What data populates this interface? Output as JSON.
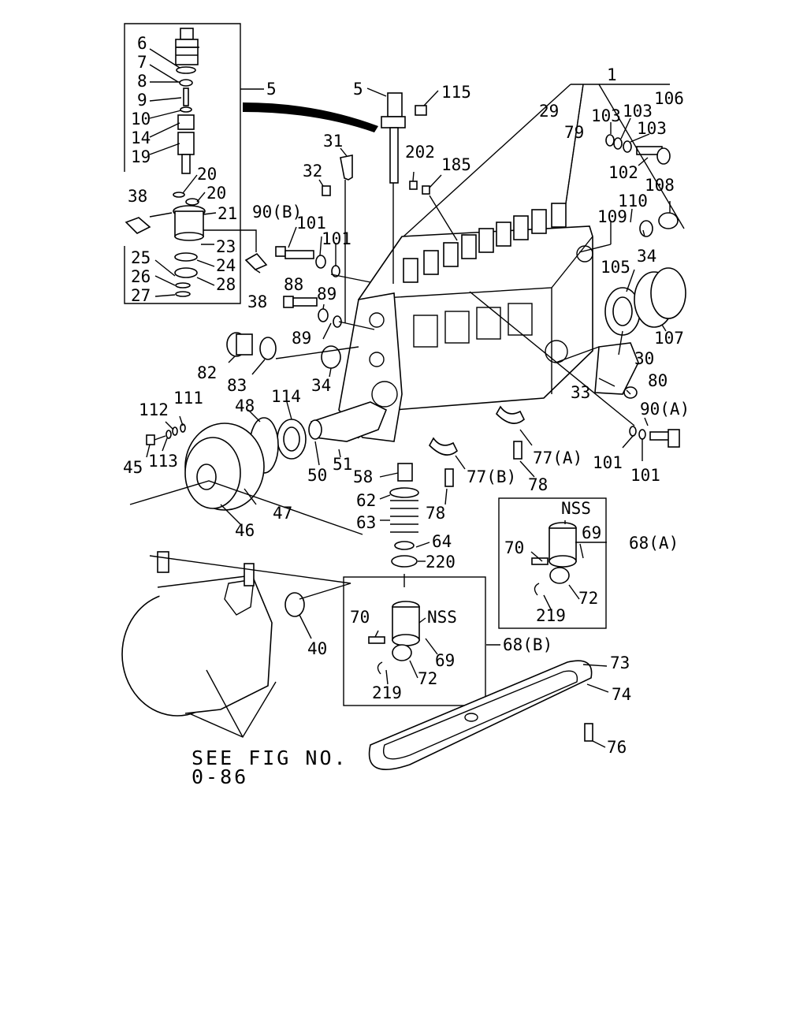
{
  "labels": {
    "l1": "1",
    "l5_top": "5",
    "l5_box": "5",
    "l6": "6",
    "l7": "7",
    "l8": "8",
    "l9": "9",
    "l10": "10",
    "l14": "14",
    "l19": "19",
    "l20a": "20",
    "l20b": "20",
    "l21": "21",
    "l23": "23",
    "l24": "24",
    "l25": "25",
    "l26": "26",
    "l27": "27",
    "l28": "28",
    "l29": "29",
    "l30": "30",
    "l31": "31",
    "l32": "32",
    "l33": "33",
    "l34a": "34",
    "l34b": "34",
    "l38a": "38",
    "l38b": "38",
    "l40": "40",
    "l45": "45",
    "l46": "46",
    "l47": "47",
    "l48": "48",
    "l50": "50",
    "l51": "51",
    "l58": "58",
    "l62": "62",
    "l63": "63",
    "l64": "64",
    "l68a": "68(A)",
    "l68b": "68(B)",
    "l69a": "69",
    "l69b": "69",
    "l70a": "70",
    "l70b": "70",
    "l72a": "72",
    "l72b": "72",
    "l73": "73",
    "l74": "74",
    "l76": "76",
    "l77a": "77(A)",
    "l77b": "77(B)",
    "l78a": "78",
    "l78b": "78",
    "l79": "79",
    "l80": "80",
    "l82": "82",
    "l83": "83",
    "l88": "88",
    "l89a": "89",
    "l89b": "89",
    "l90a": "90(A)",
    "l90b": "90(B)",
    "l101a": "101",
    "l101b": "101",
    "l101c": "101",
    "l101d": "101",
    "l102": "102",
    "l103a": "103",
    "l103b": "103",
    "l103c": "103",
    "l105": "105",
    "l106": "106",
    "l107": "107",
    "l108": "108",
    "l109": "109",
    "l110": "110",
    "l111": "111",
    "l112": "112",
    "l113": "113",
    "l114": "114",
    "l115": "115",
    "l185": "185",
    "l202": "202",
    "l219a": "219",
    "l219b": "219",
    "l220": "220",
    "nss_a": "NSS",
    "nss_b": "NSS"
  },
  "note": {
    "line1": "SEE FIG NO.",
    "line2": "0-86"
  }
}
